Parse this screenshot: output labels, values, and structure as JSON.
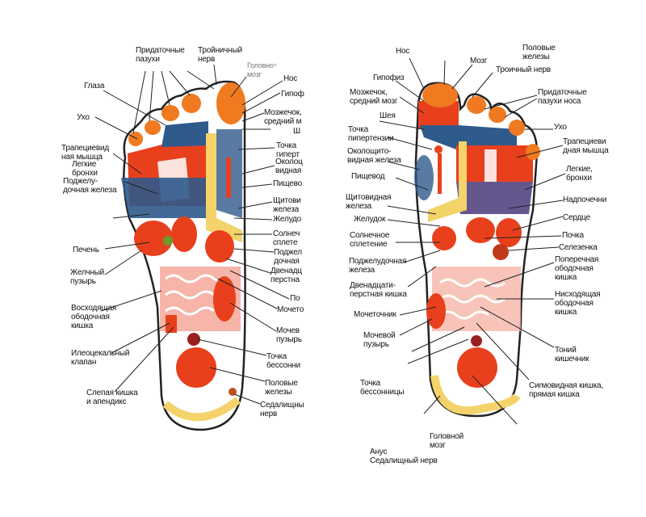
{
  "left_foot": {
    "labels": {
      "sinuses": "Придаточные\nпазухи",
      "trigeminal": "Тройничный\nнерв",
      "brain": "Головно⁴\nмозг",
      "nose": "Нос",
      "pituitary": "Гипоф",
      "cerebellum": "Мозжечок,\nсредний м",
      "neck": "Ш",
      "hypertension": "Точка\nгиперт",
      "parathyroid": "Околоц\nвидная",
      "esophagus": "Пищево",
      "thyroid": "Щитови\nжелеза",
      "stomach": "Желудо",
      "eyes": "Глаза",
      "ear": "Ухо",
      "trapezius": "Трапециевид\nная мышца",
      "lungs": "Легкие\nбронхи",
      "pancreas_l": "Поджелу-\nдочная железа",
      "liver": "Печень",
      "gallbladder": "Желчный\nпузырь",
      "ascending_colon": "Восходящая\nободочная\nкишка",
      "ileocecal": "Илеоцекальный\nклапан",
      "appendix": "Слепая кишка\nи апендикс",
      "solar": "Солнеч\nсплете",
      "pancreas_r": "Поджел\nдочная",
      "duodenum": "Двенадц\nперстна",
      "kidney": "По",
      "ureter": "Мочето",
      "bladder": "Мочев\nпузырь",
      "insomnia": "Точка\nбессонни",
      "genitals": "Половые\nжелезы",
      "sciatic": "Седалищны\nнерв"
    }
  },
  "right_foot": {
    "labels": {
      "nose": "Нос",
      "brain": "Мозг",
      "genitals": "Половые\nжелезы",
      "trigeminal": "Троичный нерв",
      "pituitary": "Гипофиз",
      "cerebellum": "Мозжечок,\nсредний мозг",
      "sinuses": "Придаточные\nпазухи носа",
      "neck": "Шея",
      "ear": "Ухо",
      "hypertension": "Точка\nпипертензии",
      "trapezius": "Трапециеви\nдная мышца",
      "parathyroid": "Околощито-\nвидная железа",
      "lungs": "Легкие,\nбронхи",
      "esophagus": "Пищевод",
      "thyroid": "Щитовидная\nжелеза",
      "adrenal": "Надпочечни",
      "stomach": "Желудок",
      "heart": "Сердце",
      "solar": "Солнечное\nсплетение",
      "kidney": "Почка",
      "spleen": "Селезенка",
      "pancreas": "Поджелудочная\nжелеза",
      "transverse_colon": "Поперечная\nободочная\nкишка",
      "duodenum": "Двенадцати-\nперстная кишка",
      "descending_colon": "Нисходящая\nободочная\nкишка",
      "ureter": "Мочеточник",
      "bladder": "Мочевой\nпузырь",
      "small_intestine": "Тоний\nкишечник",
      "insomnia": "Точка\nбессонницы",
      "sigmoid": "Сиrмовидная кишка,\nпрямая кишка",
      "head_brain": "Головной\nмозг",
      "anus": "Анус\nСедалищный нерв"
    }
  },
  "colors": {
    "red": "#e8401c",
    "orange": "#f07a20",
    "blue": "#2f5a8c",
    "yellow": "#f3d36a",
    "pink": "#f6b5a8",
    "outline": "#222"
  }
}
